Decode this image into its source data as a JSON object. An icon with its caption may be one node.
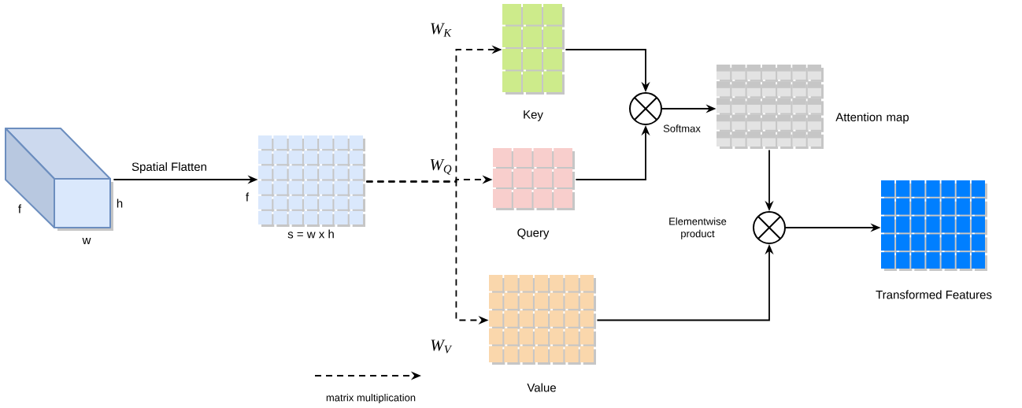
{
  "diagram": {
    "nodes": [
      {
        "text": [],
        "shape": "cuboid"
      },
      {
        "text": [
          "s = w x h"
        ],
        "beside": [
          "f"
        ]
      },
      {
        "text": [
          "Key"
        ]
      },
      {
        "text": [
          "Query"
        ]
      },
      {
        "text": [
          "Value"
        ]
      },
      {
        "text": [],
        "shape": "circle"
      },
      {
        "text": [
          "Attention map"
        ]
      },
      {
        "text": [],
        "shape": "circle",
        "beside": [
          "Elementwise product"
        ]
      },
      {
        "text": [
          "Transformed Features"
        ]
      }
    ],
    "edges": [
      {
        "from": 0,
        "to": 1,
        "arrow": "to",
        "label": "Spatial Flatten"
      },
      {
        "from": 1,
        "to": 2,
        "arrow": "to",
        "style": "dashed",
        "label": "W$_{K}$"
      },
      {
        "from": 1,
        "to": 3,
        "arrow": "to",
        "style": "dashed",
        "label": "W$_{Q}$"
      },
      {
        "from": 1,
        "to": 4,
        "arrow": "to",
        "style": "dashed",
        "label": "W$_{V}$"
      },
      {
        "from": 2,
        "to": 5,
        "arrow": "to"
      },
      {
        "from": 3,
        "to": 5,
        "arrow": "to"
      },
      {
        "from": 5,
        "to": 6,
        "arrow": "to",
        "label": "Softmax"
      },
      {
        "from": 6,
        "to": 7,
        "arrow": "to"
      },
      {
        "from": 4,
        "to": 7,
        "arrow": "to"
      },
      {
        "from": 7,
        "to": 8,
        "arrow": "to"
      }
    ],
    "labels": [
      "f",
      "h",
      "w"
    ],
    "legend": [
      {
        "text": "matrix multiplication"
      }
    ]
  }
}
